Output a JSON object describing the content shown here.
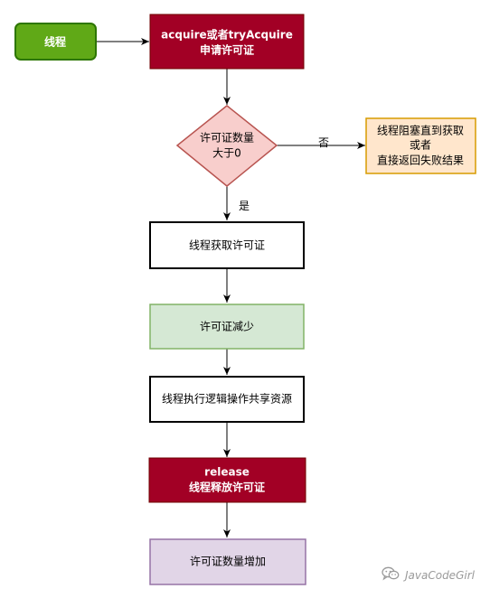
{
  "nodes": {
    "start": {
      "label": "线程",
      "fill": "#60a917",
      "stroke": "#2d7600",
      "text_color": "#ffffff"
    },
    "acquire": {
      "line1": "acquire或者tryAcquire",
      "line2": "申请许可证",
      "fill": "#a20025",
      "stroke": "#6f0000",
      "text_color": "#ffffff"
    },
    "decision": {
      "line1": "许可证数量",
      "line2": "大于0",
      "fill": "#f8cecc",
      "stroke": "#b85450",
      "text_color": "#000000"
    },
    "blocked": {
      "line1": "线程阻塞直到获取",
      "line2": "或者",
      "line3": "直接返回失败结果",
      "fill": "#ffe6cc",
      "stroke": "#d79b00",
      "text_color": "#000000"
    },
    "obtain": {
      "label": "线程获取许可证",
      "fill": "#ffffff",
      "stroke": "#000000",
      "text_color": "#000000"
    },
    "decrease": {
      "label": "许可证减少",
      "fill": "#d5e8d4",
      "stroke": "#82b366",
      "text_color": "#000000"
    },
    "execute": {
      "label": "线程执行逻辑操作共享资源",
      "fill": "#ffffff",
      "stroke": "#000000",
      "text_color": "#000000"
    },
    "release": {
      "line1": "release",
      "line2": "线程释放许可证",
      "fill": "#a20025",
      "stroke": "#6f0000",
      "text_color": "#ffffff"
    },
    "increase": {
      "label": "许可证数量增加",
      "fill": "#e1d5e7",
      "stroke": "#9673a6",
      "text_color": "#000000"
    }
  },
  "edges": {
    "no_label": "否",
    "yes_label": "是"
  },
  "watermark": {
    "text": "JavaCodeGirl",
    "icon": "wechat-icon",
    "color": "#9a9a9a"
  }
}
